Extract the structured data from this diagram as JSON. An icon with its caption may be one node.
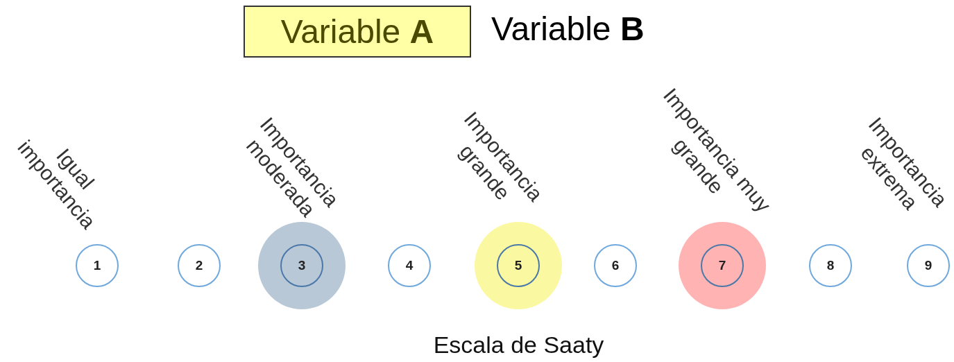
{
  "diagram": {
    "caption": "Escala de Saaty",
    "nodes": [
      {
        "text": [
          "Variable **A**"
        ]
      },
      {
        "text": [
          "1"
        ],
        "beside": [
          "Igual importancia"
        ]
      },
      {
        "text": [
          "2"
        ]
      },
      {
        "text": [],
        "shape": "circle"
      },
      {
        "text": [
          "3"
        ],
        "in": 3,
        "beside": [
          "Importancia moderada"
        ]
      },
      {
        "text": [
          "4"
        ]
      },
      {
        "text": [],
        "shape": "circle"
      },
      {
        "text": [
          "5"
        ],
        "in": 6,
        "beside": [
          "Importancia grande"
        ]
      },
      {
        "text": [
          "6"
        ]
      },
      {
        "text": [],
        "shape": "circle"
      },
      {
        "text": [
          "7"
        ],
        "in": 9,
        "beside": [
          "Importancia muy grande"
        ]
      },
      {
        "text": [
          "8"
        ]
      },
      {
        "text": [
          "9"
        ],
        "beside": [
          "Importancia extrema"
        ]
      }
    ],
    "labels": [
      "Variable **B**"
    ]
  }
}
